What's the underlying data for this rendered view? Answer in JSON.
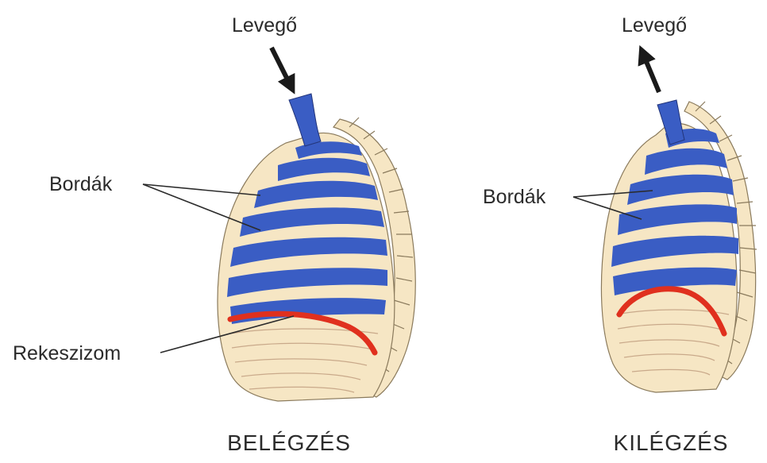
{
  "colors": {
    "lung_blue": "#3a5dc4",
    "bone": "#f6e6c4",
    "diaphragm_red": "#e0301e",
    "text": "#2b2b2b"
  },
  "inhale": {
    "air_label": "Levegő",
    "ribs_label": "Bordák",
    "diaphragm_label": "Rekeszizom",
    "caption": "BELÉGZÉS",
    "arrow_direction": "down"
  },
  "exhale": {
    "air_label": "Levegő",
    "ribs_label": "Bordák",
    "caption": "KILÉGZÉS",
    "arrow_direction": "up"
  }
}
